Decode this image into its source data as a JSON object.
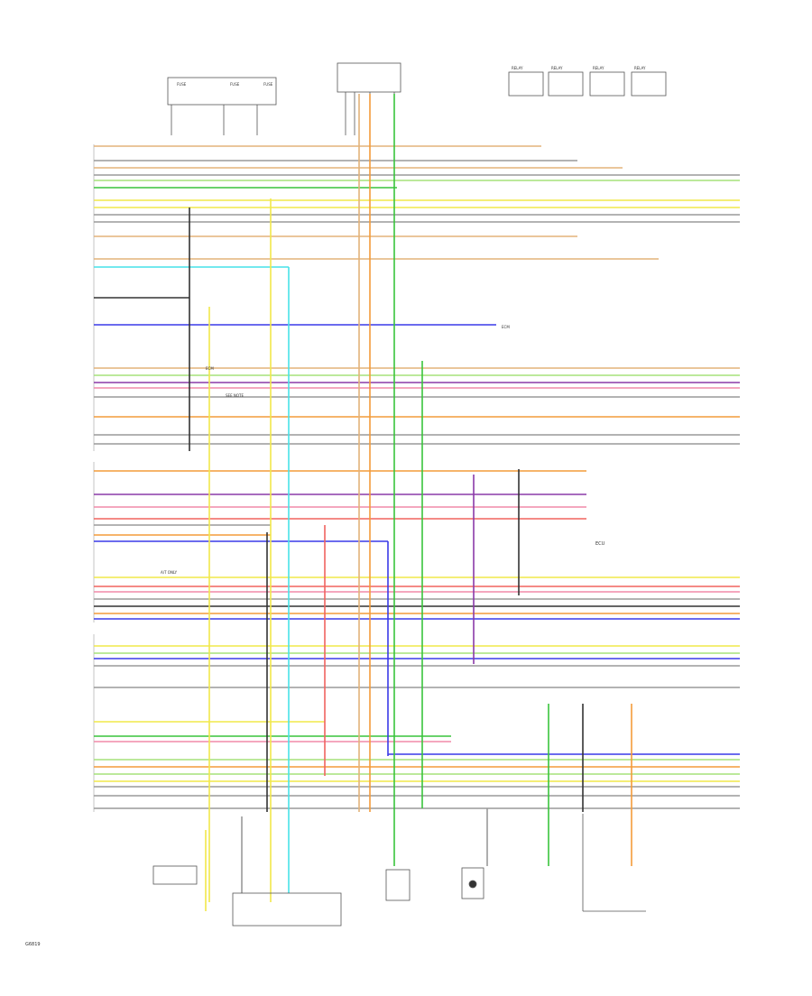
{
  "diagram": {
    "figure_id": "G6819",
    "fuse_labels": [
      "FUSE",
      "FUSE",
      "FUSE"
    ],
    "relay_labels": [
      "RELAY",
      "RELAY",
      "RELAY",
      "RELAY"
    ],
    "ecu_label": "ECU",
    "notes": {
      "ecm_left": "ECM",
      "see_note": "SEE NOTE",
      "at_only": "A/T ONLY",
      "ecm_right": "ECM"
    },
    "wire_colors": {
      "tan": "#e3b37a",
      "gray": "#9a9a9a",
      "yellow": "#f1e84a",
      "green": "#39c43c",
      "ltgreen": "#a6e27a",
      "orange": "#f39b3a",
      "red": "#f0635f",
      "pink": "#f08aa9",
      "blue": "#3a3ae8",
      "purple": "#8b3aa8",
      "cyan": "#47e2e8",
      "black": "#333333",
      "brown": "#b57a3a"
    }
  }
}
